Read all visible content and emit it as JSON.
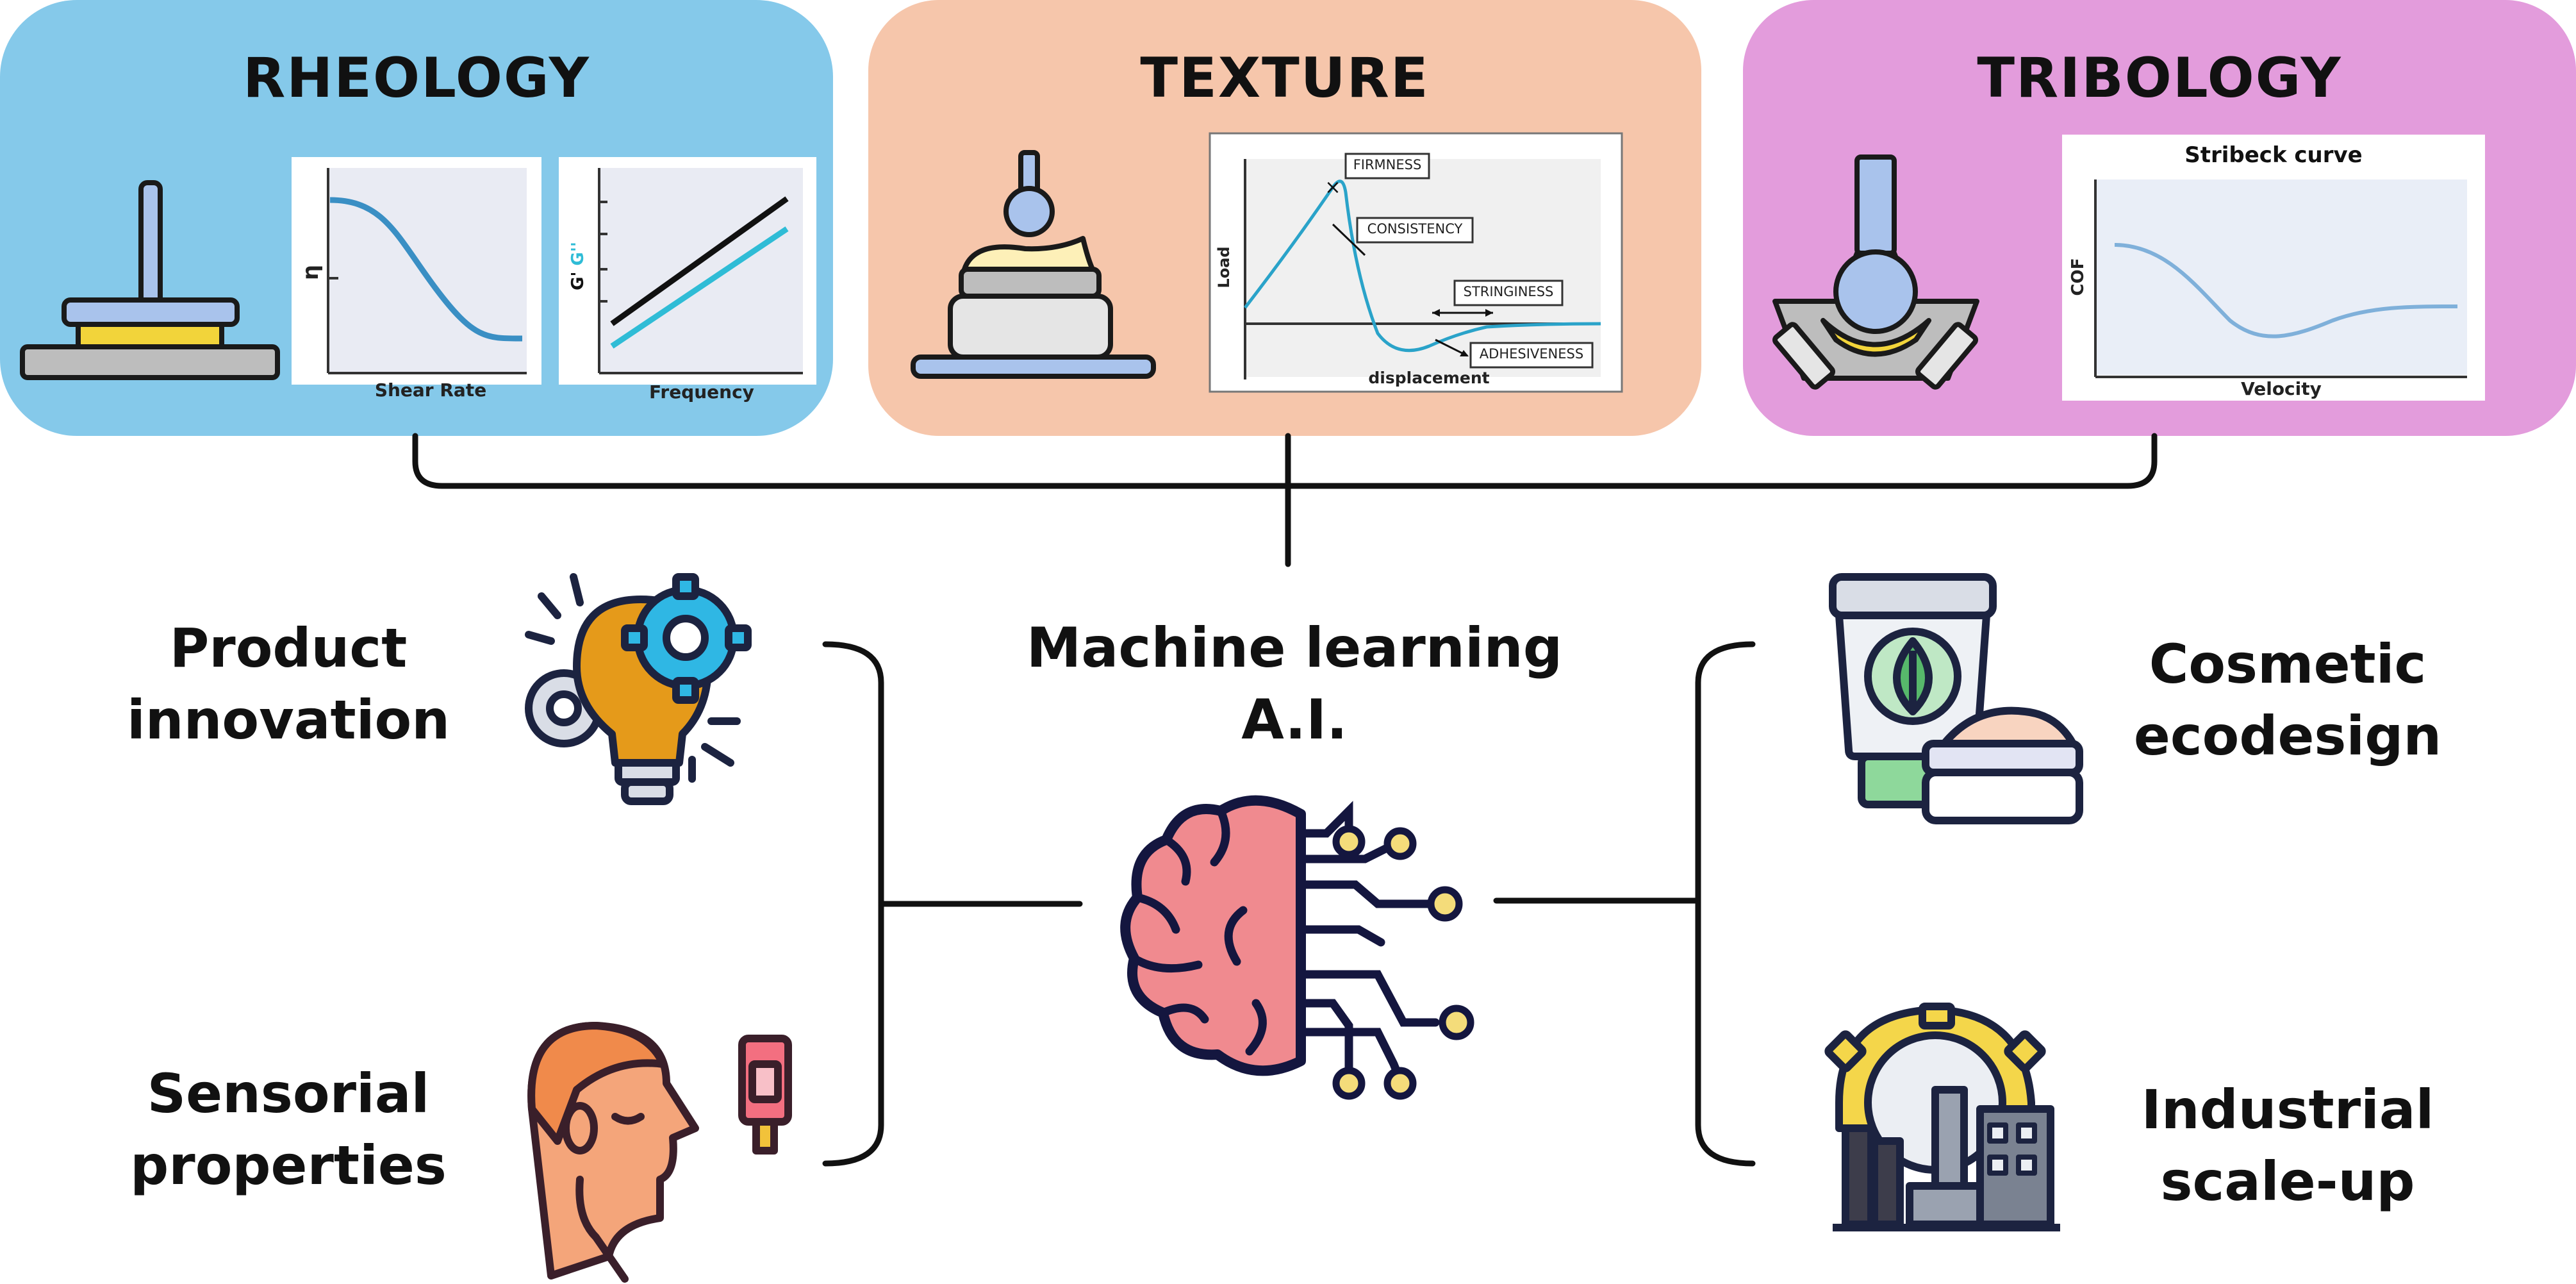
{
  "panels": [
    {
      "title": "RHEOLOGY",
      "color": "#85c9ea",
      "charts": [
        {
          "ylabel": "η",
          "xlabel": "Shear Rate",
          "curve": "decreasing-sigmoid"
        },
        {
          "ylabel_a": "G'",
          "ylabel_b": "G''",
          "xlabel": "Frequency",
          "curve": "two-parallel-lines"
        }
      ]
    },
    {
      "title": "TEXTURE",
      "color": "#f6c6ab",
      "chart": {
        "ylabel": "Load",
        "xlabel": "displacement",
        "annotations": [
          "FIRMNESS",
          "CONSISTENCY",
          "STRINGINESS",
          "ADHESIVENESS"
        ]
      }
    },
    {
      "title": "TRIBOLOGY",
      "color": "#e39cdc",
      "chart": {
        "title": "Stribeck curve",
        "ylabel": "COF",
        "xlabel": "Velocity"
      }
    }
  ],
  "center": {
    "line1": "Machine learning",
    "line2": "A.I."
  },
  "left_items": [
    {
      "line1": "Product",
      "line2": "innovation",
      "icon": "lightbulb-gears-icon"
    },
    {
      "line1": "Sensorial",
      "line2": "properties",
      "icon": "face-skin-icon"
    }
  ],
  "right_items": [
    {
      "line1": "Cosmetic",
      "line2": "ecodesign",
      "icon": "eco-cosmetics-icon"
    },
    {
      "line1": "Industrial",
      "line2": "scale-up",
      "icon": "factory-gear-icon"
    }
  ],
  "colors": {
    "rheology_panel": "#85c9ea",
    "texture_panel": "#f6c6ab",
    "tribology_panel": "#e39cdc",
    "curve_blue": "#3a8fc4",
    "texture_curve": "#2aa3c9",
    "brain_pink": "#f08a8f",
    "outline": "#14163f"
  }
}
